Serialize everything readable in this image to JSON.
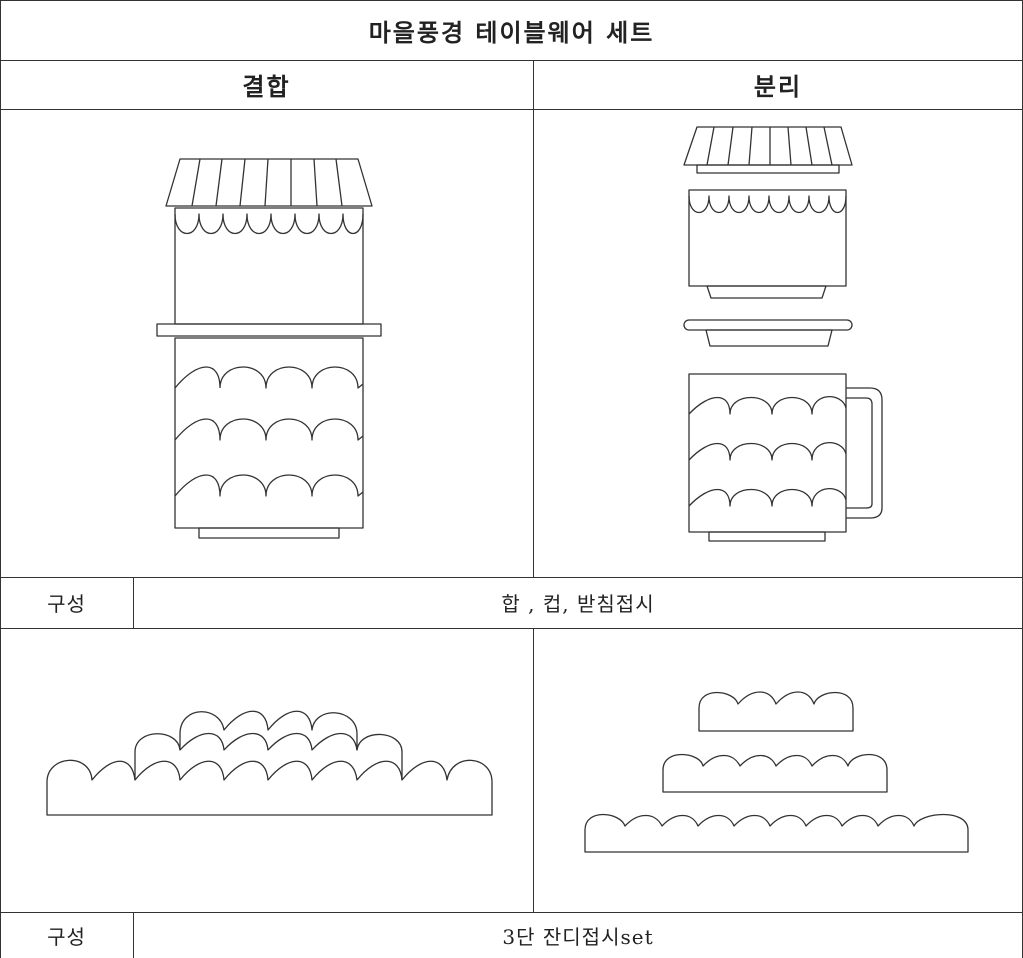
{
  "table": {
    "title": "마을풍경 테이블웨어 세트",
    "col_left": "결합",
    "col_right": "분리",
    "row1_label": "구성",
    "row1_value": "합 , 컵, 받침접시",
    "row2_label": "구성",
    "row2_value": "3단 잔디접시set"
  }
}
